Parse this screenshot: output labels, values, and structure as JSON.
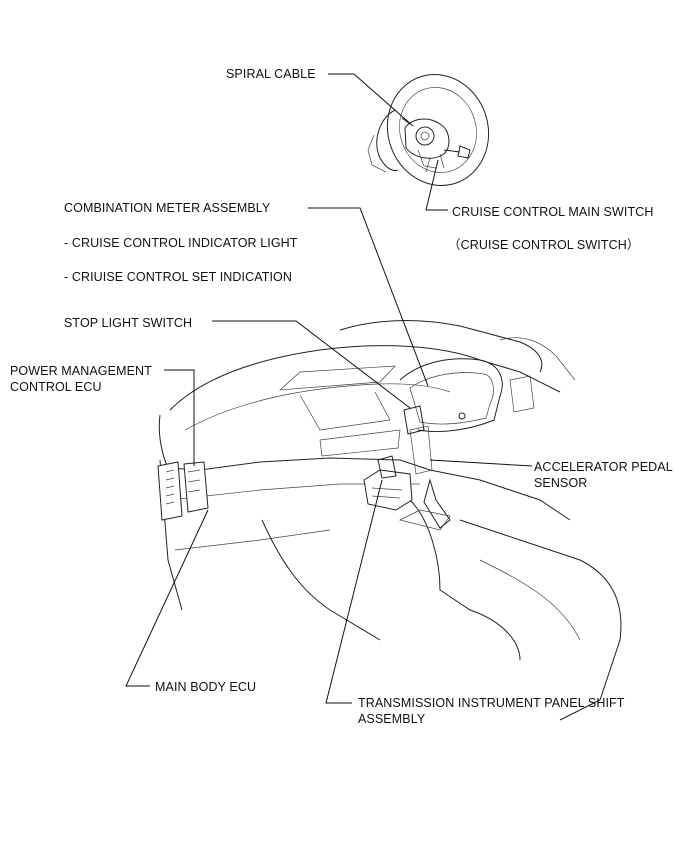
{
  "labels": {
    "spiral_cable": "SPIRAL CABLE",
    "combination_meter": "COMBINATION METER ASSEMBLY",
    "cruise_indicator": "- CRUISE CONTROL INDICATOR LIGHT",
    "cruise_set": "- CRIUISE CONTROL SET INDICATION",
    "stop_light_switch": "STOP LIGHT SWITCH",
    "power_mgmt_ecu": "POWER MANAGEMENT CONTROL ECU",
    "cruise_main_switch": "CRUISE CONTROL MAIN SWITCH",
    "cruise_control_switch": "（CRUISE CONTROL SWITCH）",
    "accelerator_sensor": "ACCELERATOR PEDAL SENSOR",
    "main_body_ecu": "MAIN BODY ECU",
    "transmission_shift": "TRANSMISSION INSTRUMENT PANEL SHIFT ASSEMBLY"
  }
}
